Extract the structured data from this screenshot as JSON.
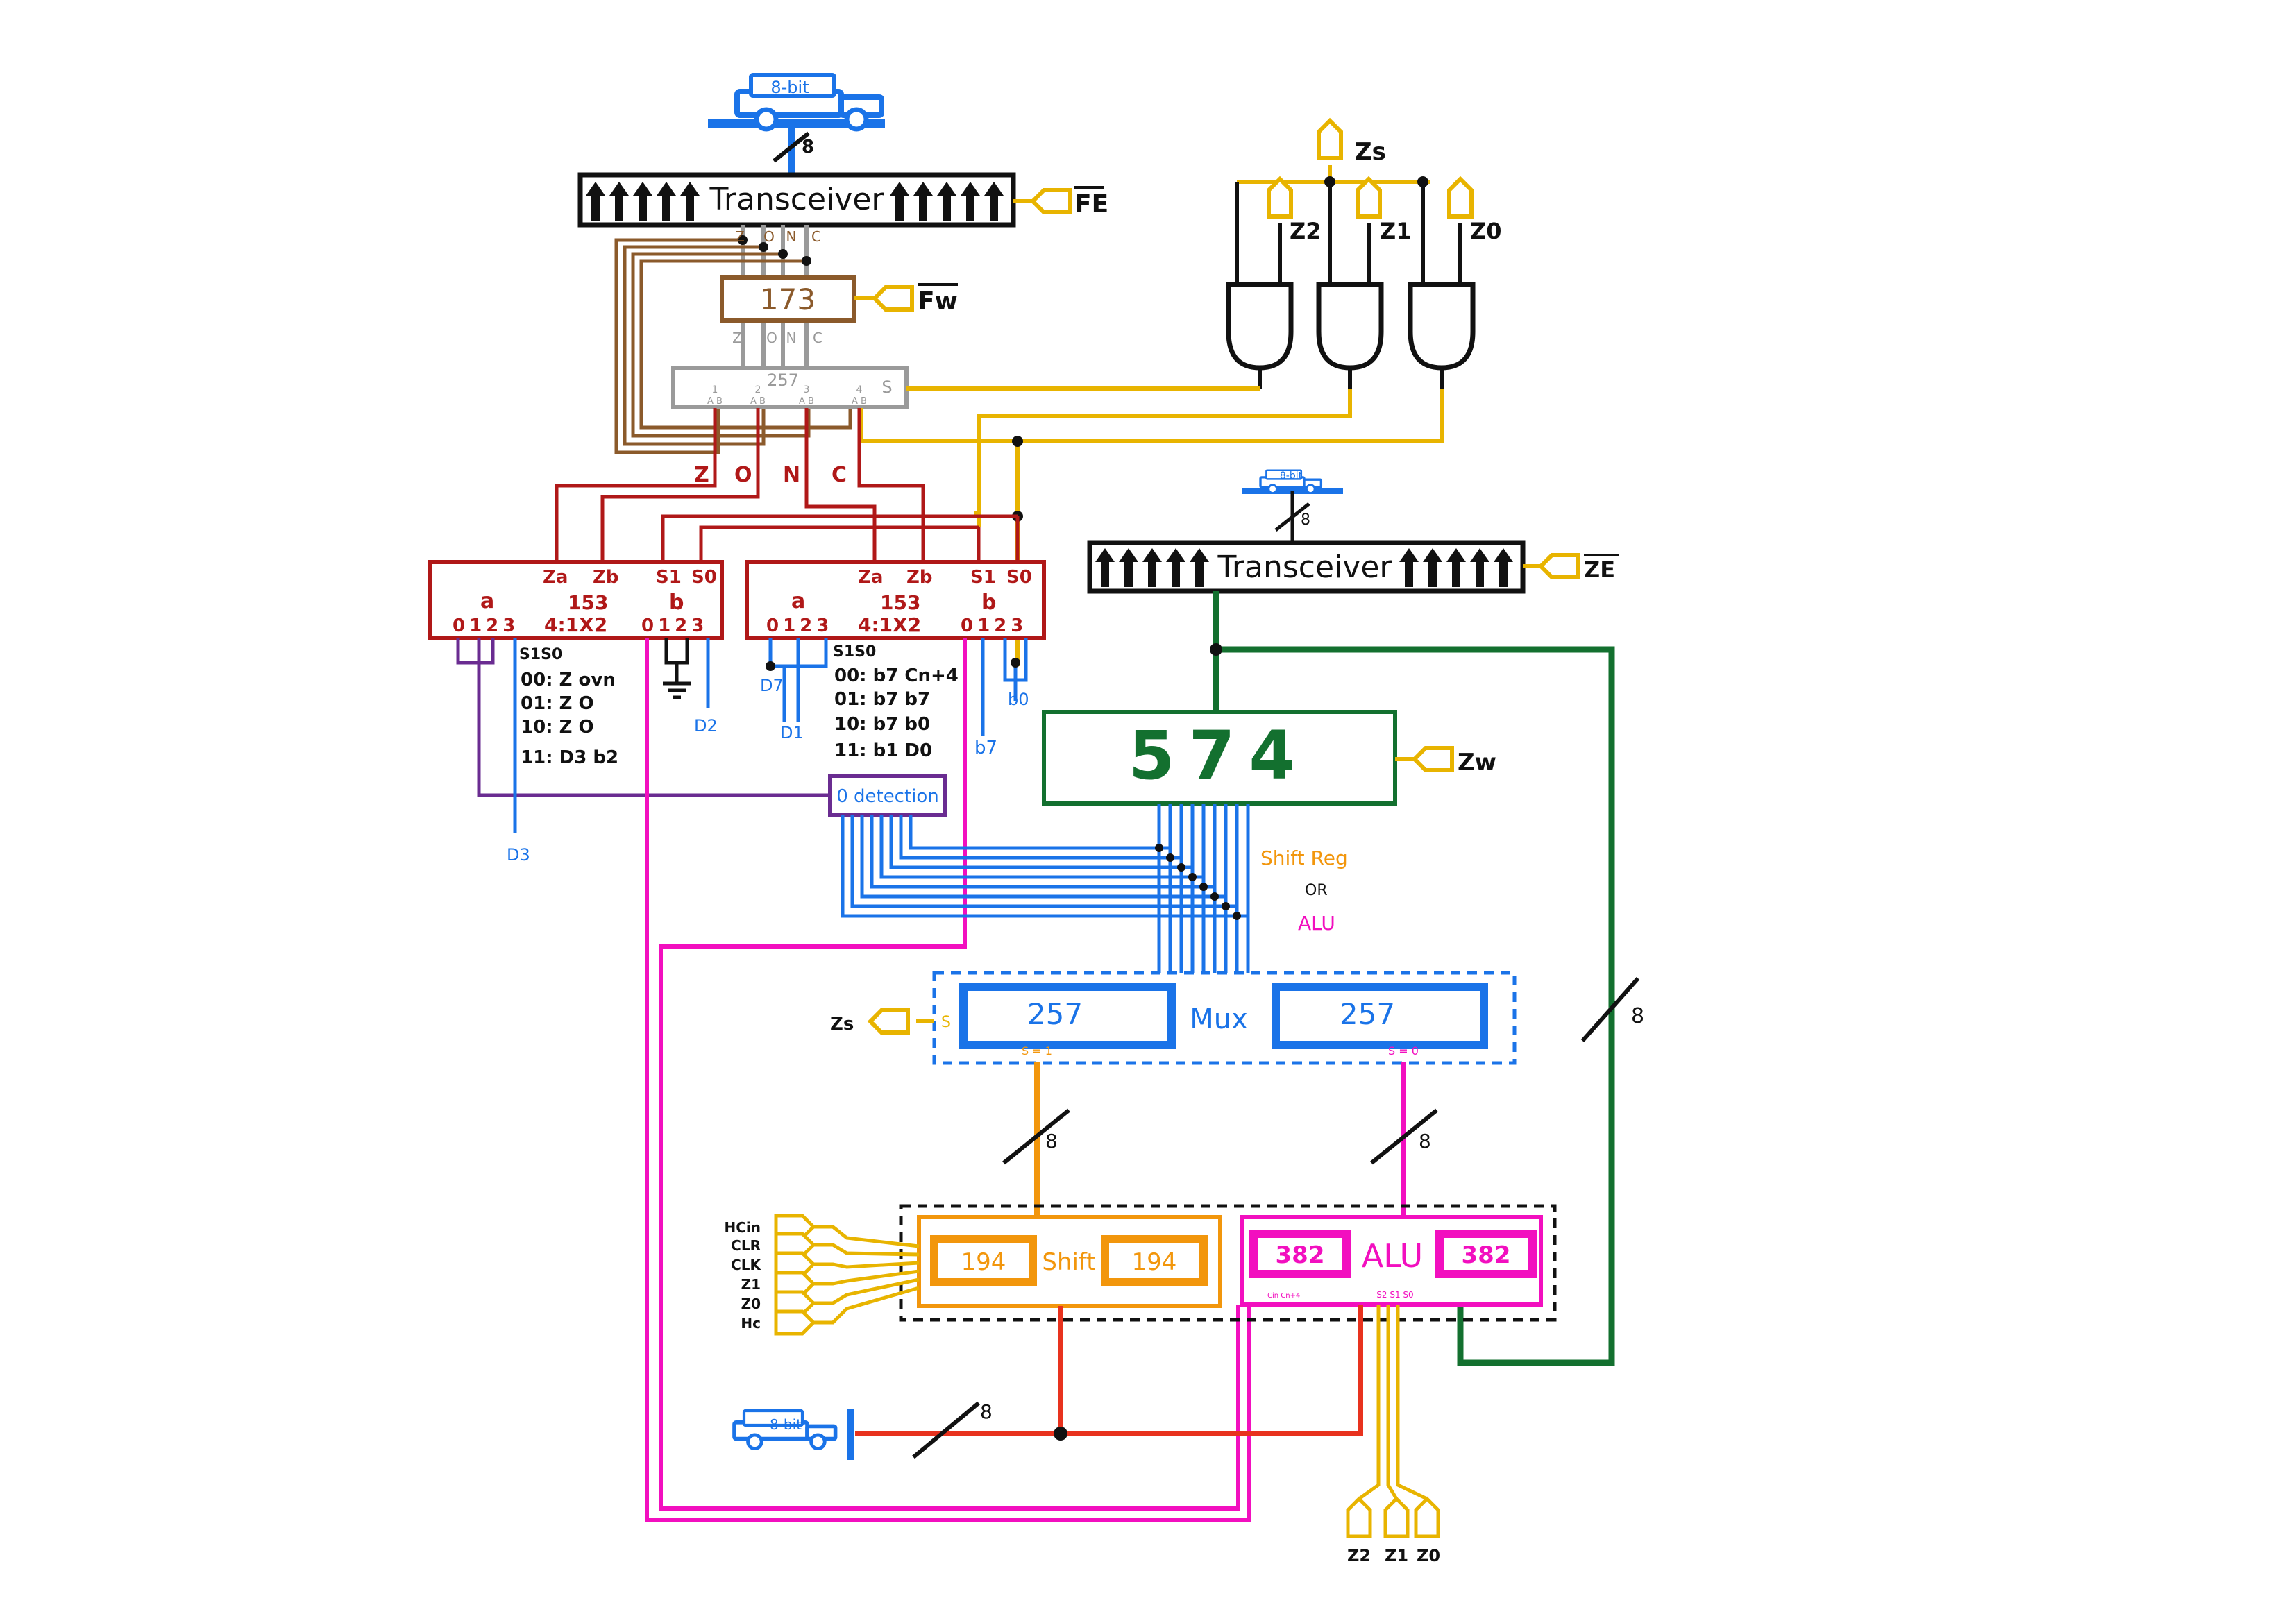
{
  "colors": {
    "black": "#111111",
    "blue": "#1a73e8",
    "gold": "#e8b400",
    "brown": "#8b5a2b",
    "gray": "#9a9a9a",
    "red": "#b01818",
    "green": "#13702f",
    "purple": "#6a2c91",
    "orange": "#f2960c",
    "magenta": "#f20fbf",
    "busred": "#e8321e"
  },
  "top_bus": {
    "label": "8-bit",
    "width": "8"
  },
  "transceiver_top": {
    "label": "Transceiver",
    "signal": "FE"
  },
  "flags_reg": {
    "label": "173",
    "signal": "Fw",
    "pins_top": [
      "Z",
      "O",
      "N",
      "C"
    ],
    "pins_bottom": [
      "Z",
      "O",
      "N",
      "C"
    ]
  },
  "flag_mux": {
    "label": "257",
    "select": "S",
    "pins": [
      "1",
      "2",
      "3",
      "4"
    ],
    "pin_sub": "A B"
  },
  "flag_bus_labels": [
    "Z",
    "O",
    "N",
    "C"
  ],
  "z_gates": {
    "z_sel": "Zs",
    "inputs": [
      "Z2",
      "Z1",
      "Z0"
    ]
  },
  "mux153_left": {
    "chip": "153",
    "desc": "4:1X2",
    "top_pins": [
      "Za",
      "Zb",
      "S1",
      "S0"
    ],
    "group_a": "a",
    "group_b": "b",
    "inputs": "0123",
    "table_head": "S1S0",
    "table": [
      "00: Z ovn",
      "01: Z O",
      "10: Z O",
      "11: D3 b2"
    ],
    "outputs": [
      "D2",
      "D3"
    ]
  },
  "mux153_right": {
    "chip": "153",
    "desc": "4:1X2",
    "top_pins": [
      "Za",
      "Zb",
      "S1",
      "S0"
    ],
    "group_a": "a",
    "group_b": "b",
    "inputs": "0123",
    "table_head": "S1S0",
    "table": [
      "00: b7 Cn+4",
      "01: b7 b7",
      "10: b7 b0",
      "11: b1 D0"
    ],
    "outputs": [
      "D7",
      "D1",
      "b7",
      "b0"
    ]
  },
  "zero_detect": {
    "label": "0 detection"
  },
  "bus2": {
    "label": "8-bit",
    "width": "8"
  },
  "transceiver_z": {
    "label": "Transceiver",
    "signal": "ZE"
  },
  "reg574": {
    "label": "574",
    "signal": "Zw"
  },
  "note": {
    "line1": "Shift Reg",
    "line2": "OR",
    "line3": "ALU"
  },
  "mux_unit": {
    "chip_left": "257",
    "chip_right": "257",
    "label": "Mux",
    "select": "Zs",
    "s_pin": "S",
    "s_left": "S = 1",
    "s_right": "S = 0"
  },
  "widths": {
    "shift_bus": "8",
    "alu_bus": "8",
    "green_bus": "8",
    "out_bus": "8"
  },
  "shift_unit": {
    "chip_left": "194",
    "label": "Shift",
    "chip_right": "194",
    "inputs": [
      "HCin",
      "CLR",
      "CLK",
      "Z1",
      "Z0",
      "Hc"
    ]
  },
  "alu_unit": {
    "chip_left": "382",
    "label": "ALU",
    "chip_right": "382",
    "sel_pins": "S2 S1 S0",
    "carry_pins": "Cin Cn+4",
    "inputs": [
      "Z2",
      "Z1",
      "Z0"
    ]
  },
  "out_bus": {
    "label": "8-bit"
  }
}
